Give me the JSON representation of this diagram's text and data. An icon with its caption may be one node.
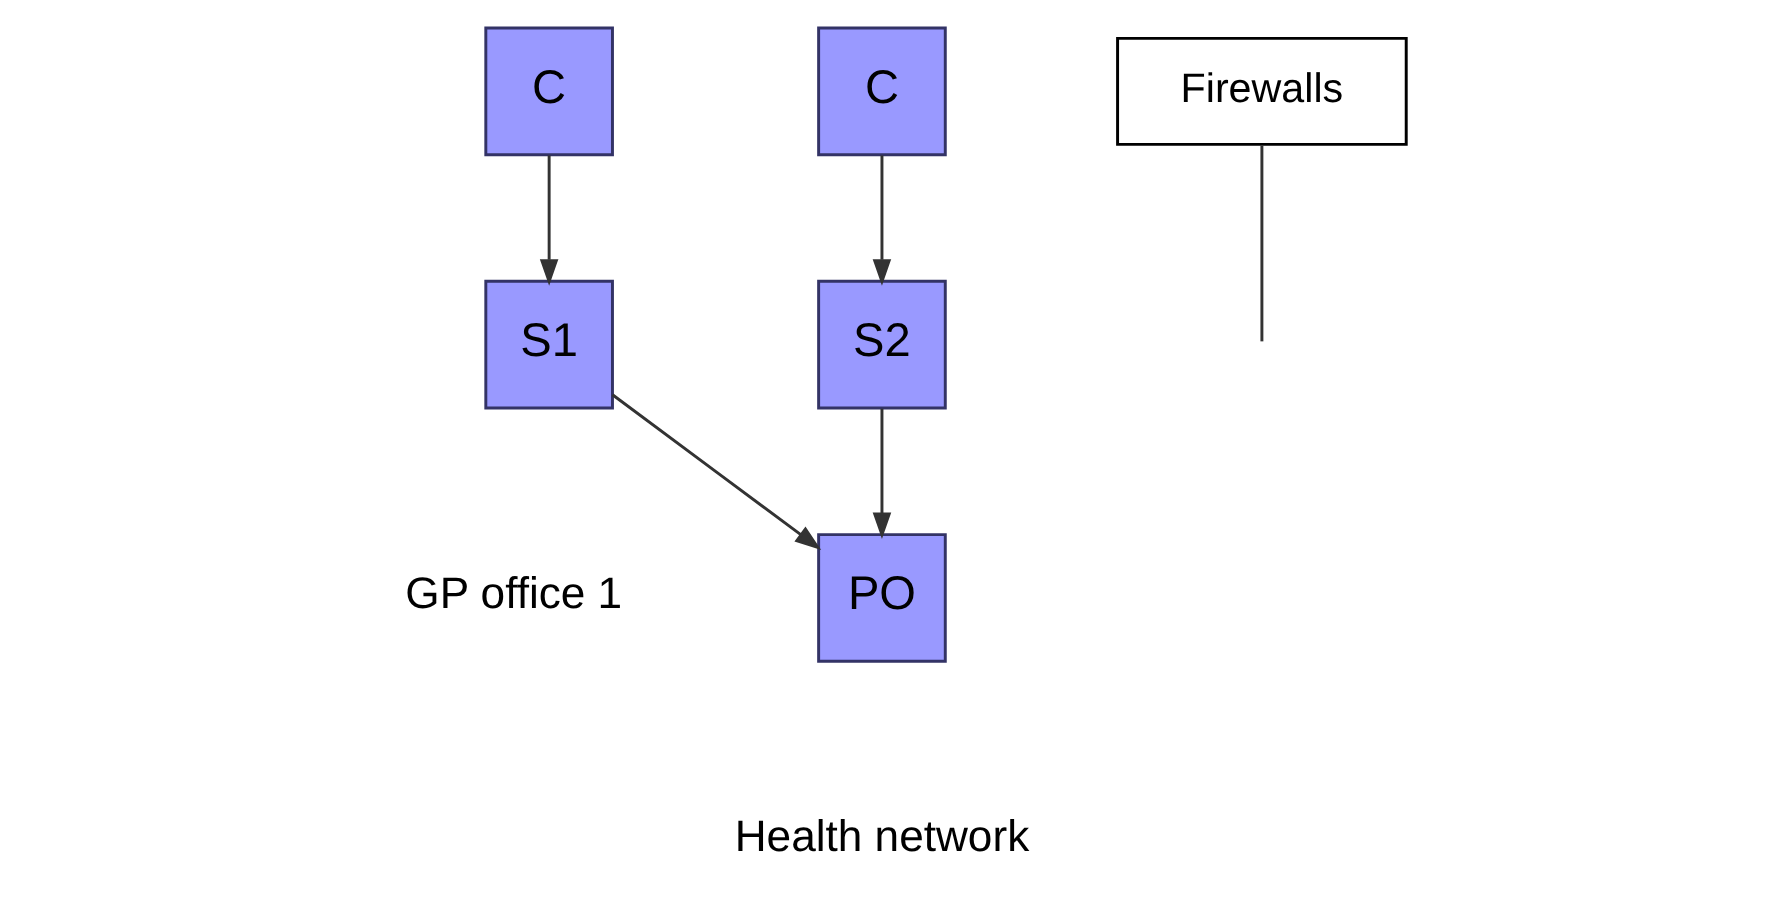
{
  "diagram": {
    "nodes": [
      {
        "text": [
          "C"
        ]
      },
      {
        "text": [
          "S1"
        ]
      },
      {
        "text": [
          "C"
        ]
      },
      {
        "text": [
          "S2"
        ]
      },
      {
        "text": [
          "PO"
        ]
      },
      {
        "text": [
          "Firewalls"
        ]
      }
    ],
    "edges": [
      {
        "from": 0,
        "to": 1,
        "arrow": "to"
      },
      {
        "from": 2,
        "to": 3,
        "arrow": "to"
      },
      {
        "from": 1,
        "to": 4,
        "arrow": "to"
      },
      {
        "from": 3,
        "to": 4,
        "arrow": "to"
      },
      {
        "from": 5,
        "to": null,
        "arrow": "none"
      }
    ],
    "labels": [
      "GP office 1",
      "Health network"
    ]
  }
}
